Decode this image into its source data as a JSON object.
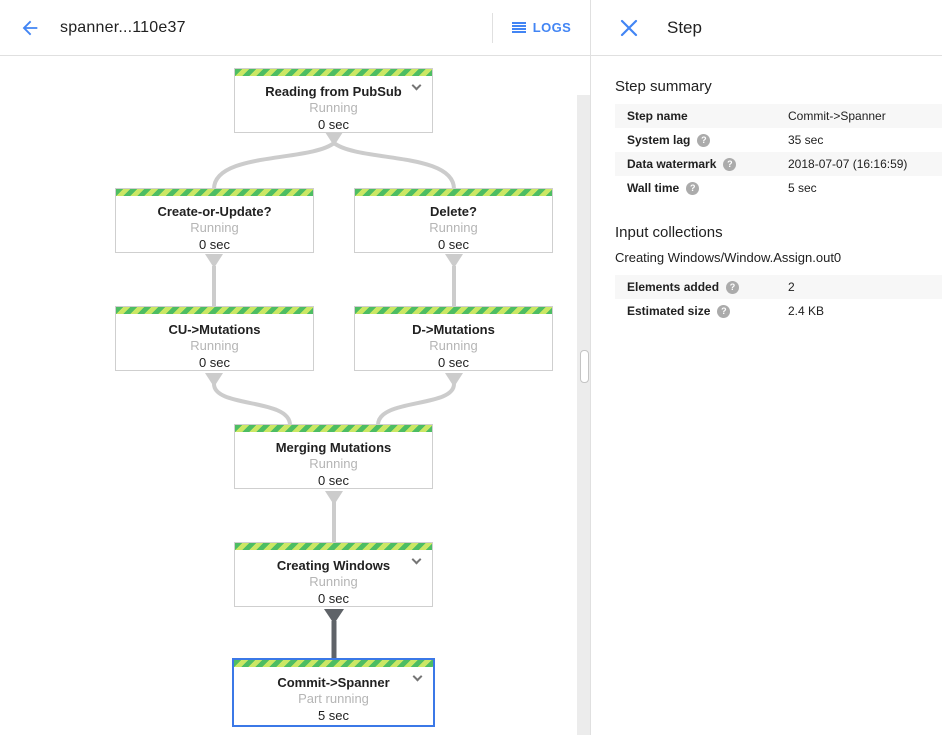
{
  "topbar": {
    "title": "spanner...110e37",
    "logs_label": "LOGS"
  },
  "side_panel": {
    "title": "Step",
    "summary_heading": "Step summary",
    "summary_rows": [
      {
        "label": "Step name",
        "value": "Commit->Spanner"
      },
      {
        "label": "System lag",
        "value": "35 sec"
      },
      {
        "label": "Data watermark",
        "value": "2018-07-07 (16:16:59)"
      },
      {
        "label": "Wall time",
        "value": "5 sec"
      }
    ],
    "input_collections_heading": "Input collections",
    "collection_name": "Creating Windows/Window.Assign.out0",
    "collection_rows": [
      {
        "label": "Elements added",
        "value": "2"
      },
      {
        "label": "Estimated size",
        "value": "2.4 KB"
      }
    ]
  },
  "graph": {
    "nodes": [
      {
        "title": "Reading from PubSub",
        "status": "Running",
        "time": "0 sec"
      },
      {
        "title": "Create-or-Update?",
        "status": "Running",
        "time": "0 sec"
      },
      {
        "title": "Delete?",
        "status": "Running",
        "time": "0 sec"
      },
      {
        "title": "CU->Mutations",
        "status": "Running",
        "time": "0 sec"
      },
      {
        "title": "D->Mutations",
        "status": "Running",
        "time": "0 sec"
      },
      {
        "title": "Merging Mutations",
        "status": "Running",
        "time": "0 sec"
      },
      {
        "title": "Creating Windows",
        "status": "Running",
        "time": "0 sec"
      },
      {
        "title": "Commit->Spanner",
        "status": "Part running",
        "time": "5 sec"
      }
    ]
  },
  "icons": {
    "help_glyph": "?"
  },
  "colors": {
    "accent_blue": "#4285f4",
    "selected_border": "#3b78e7",
    "stripe_green_dark": "#4dbd63",
    "stripe_green_light": "#cbe764",
    "running_text_gray": "#b5b5b5",
    "edge_light": "#cccccc",
    "edge_dark": "#5f6368",
    "row_alt_bg": "#f7f7f7"
  }
}
